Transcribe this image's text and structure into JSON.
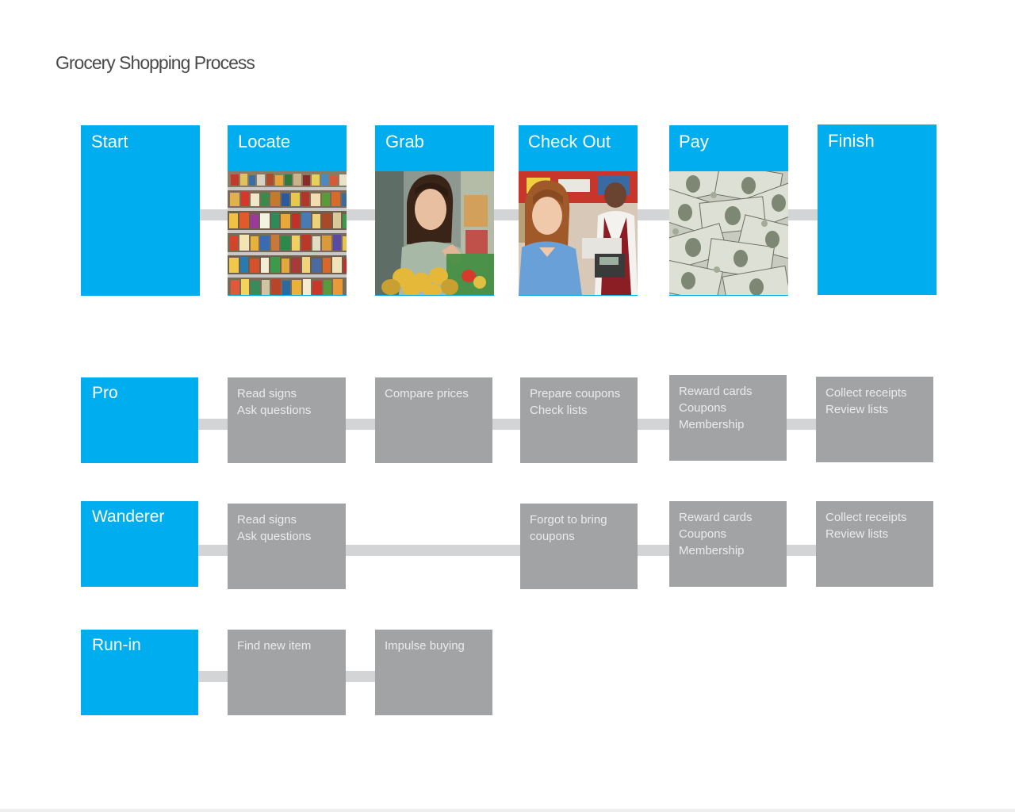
{
  "title": "Grocery Shopping Process",
  "stages": [
    {
      "label": "Start",
      "image": null
    },
    {
      "label": "Locate",
      "image": "grocery-shelves"
    },
    {
      "label": "Grab",
      "image": "woman-picking-produce"
    },
    {
      "label": "Check Out",
      "image": "cashier-and-customer"
    },
    {
      "label": "Pay",
      "image": "dollar-bills"
    },
    {
      "label": "Finish",
      "image": null
    }
  ],
  "personas": [
    {
      "name": "Pro",
      "cells": [
        "Read signs\nAsk questions",
        "Compare prices",
        "Prepare coupons\nCheck lists",
        "Reward cards\nCoupons\nMembership",
        "Collect receipts\nReview lists"
      ]
    },
    {
      "name": "Wanderer",
      "cells": [
        "Read signs\nAsk questions",
        "",
        "Forgot to bring\ncoupons",
        "Reward cards\nCoupons\nMembership",
        "Collect receipts\nReview lists"
      ]
    },
    {
      "name": "Run-in",
      "cells": [
        "Find new item",
        "Impulse buying",
        "",
        "",
        ""
      ]
    }
  ],
  "colors": {
    "accent": "#00adee",
    "cell": "#a2a3a5",
    "connector": "#d3d4d5",
    "title": "#4a4a4a"
  }
}
